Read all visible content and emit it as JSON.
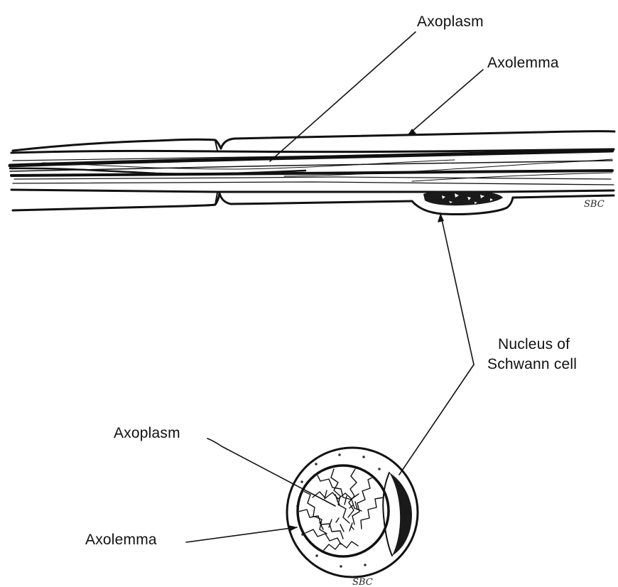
{
  "diagram": {
    "longitudinal_view": {
      "labels": {
        "axoplasm": "Axoplasm",
        "axolemma": "Axolemma"
      },
      "artist_initials": "SBC"
    },
    "shared_label": {
      "nucleus_line1": "Nucleus of",
      "nucleus_line2": "Schwann cell"
    },
    "cross_section_view": {
      "labels": {
        "axoplasm": "Axoplasm",
        "axolemma": "Axolemma"
      },
      "artist_initials": "SBC"
    }
  }
}
